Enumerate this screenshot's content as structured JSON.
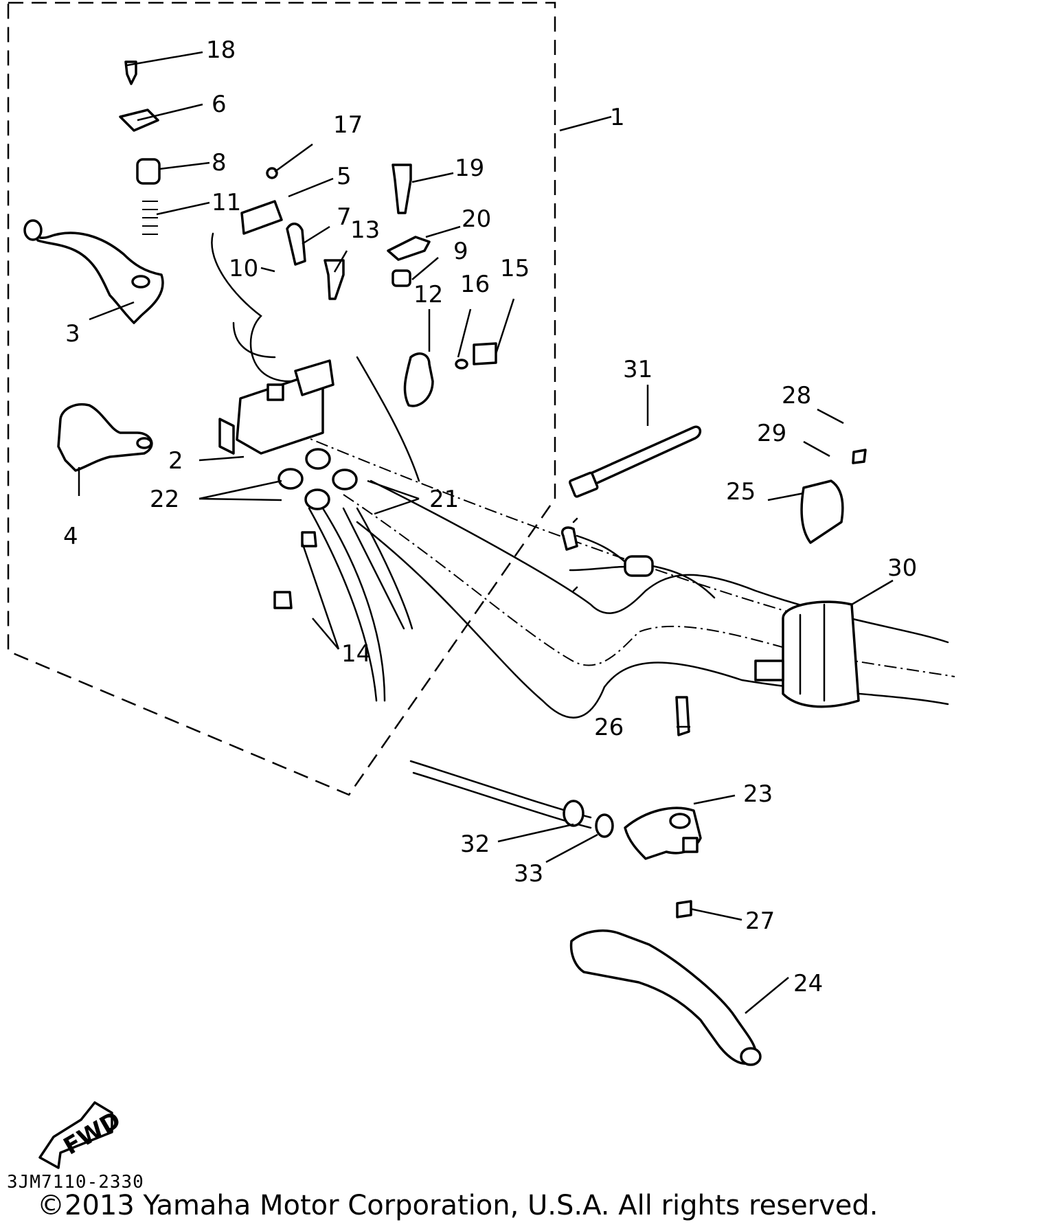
{
  "diagram": {
    "code": "3JM7110-2330",
    "direction_label": "FWD"
  },
  "callouts": [
    "1",
    "2",
    "3",
    "4",
    "5",
    "6",
    "7",
    "8",
    "9",
    "10",
    "11",
    "12",
    "13",
    "14",
    "15",
    "16",
    "17",
    "18",
    "19",
    "20",
    "21",
    "22",
    "23",
    "24",
    "25",
    "26",
    "27",
    "28",
    "29",
    "30",
    "31",
    "32",
    "33"
  ],
  "footer": {
    "copyright": "©2013 Yamaha Motor Corporation, U.S.A. All rights reserved."
  }
}
